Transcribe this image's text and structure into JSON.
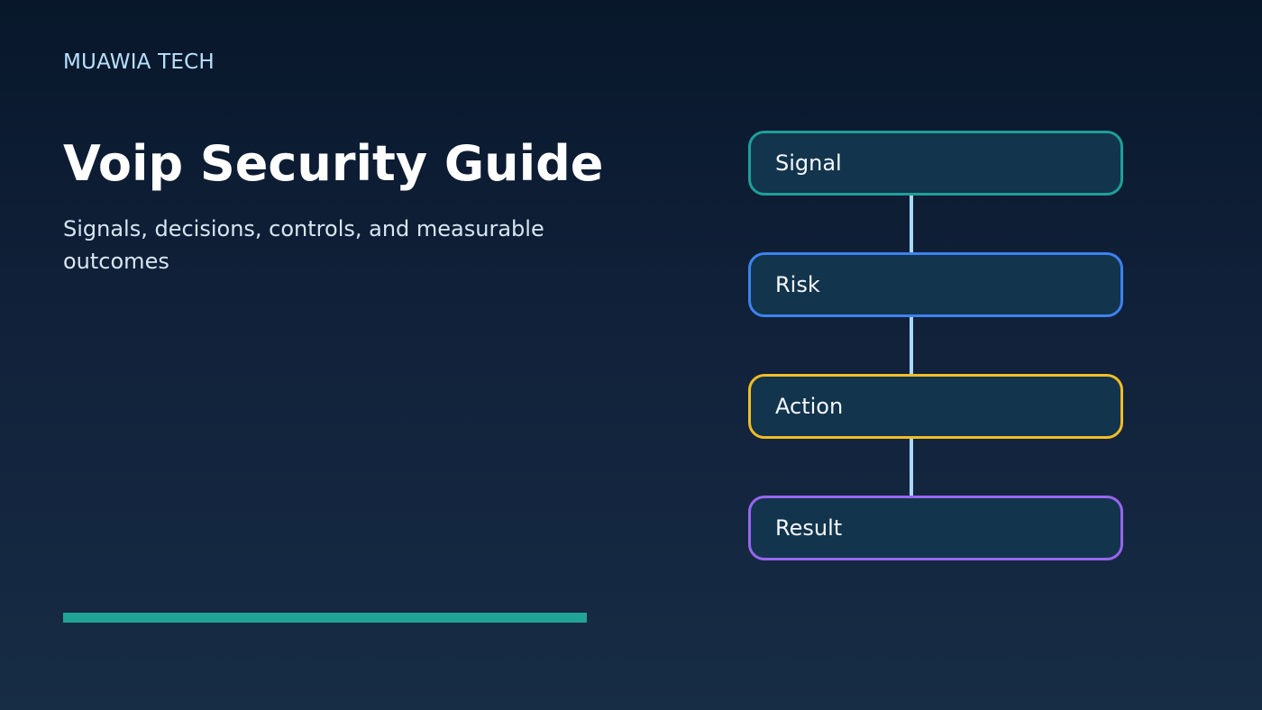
{
  "brand": {
    "name": "MUAWIA TECH"
  },
  "hero": {
    "title": "Voip Security Guide",
    "subtitle": "Signals, decisions, controls, and measurable outcomes"
  },
  "theme": {
    "accent": "#21a396",
    "connector": "#a9d8ff",
    "box_fill": "#12344c"
  },
  "flow": {
    "steps": [
      {
        "label": "Signal",
        "border_color": "#1f9f98"
      },
      {
        "label": "Risk",
        "border_color": "#3d82ef"
      },
      {
        "label": "Action",
        "border_color": "#f2bd25"
      },
      {
        "label": "Result",
        "border_color": "#9866ef"
      }
    ]
  }
}
